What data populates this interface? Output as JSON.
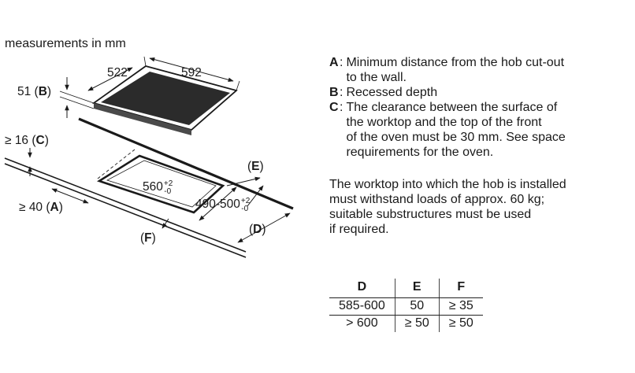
{
  "diagram": {
    "units_note": "measurements in mm",
    "hob_depth": "522",
    "hob_width": "592",
    "recess_value": "51",
    "recess_letter": "B",
    "worktop_value": "≥ 16",
    "worktop_letter": "C",
    "wall_value": "≥ 40",
    "wall_letter": "A",
    "cutout_width": "560",
    "cutout_depth": "490-500",
    "tol_plus": "+2",
    "tol_minus": "-0",
    "label_e": "E",
    "label_d": "D",
    "label_f": "F"
  },
  "legend": [
    {
      "key": "A",
      "lines": [
        "Minimum distance from the hob cut-out",
        "to the wall."
      ]
    },
    {
      "key": "B",
      "lines": [
        "Recessed depth"
      ]
    },
    {
      "key": "C",
      "lines": [
        "The clearance between the surface of",
        "the worktop and the top of the front",
        "of the oven must be 30 mm. See space",
        "requirements for the oven."
      ]
    }
  ],
  "note": [
    "The worktop into which the hob is installed",
    "must withstand loads of approx. 60 kg;",
    "suitable substructures must be used",
    "if required."
  ],
  "table": {
    "headers": [
      "D",
      "E",
      "F"
    ],
    "rows": [
      [
        "585-600",
        "50",
        "≥ 35"
      ],
      [
        "> 600",
        "≥ 50",
        "≥ 50"
      ]
    ]
  }
}
